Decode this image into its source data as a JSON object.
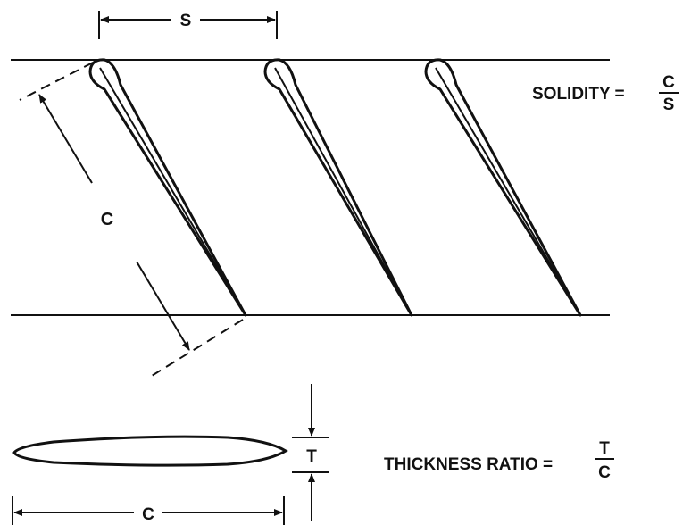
{
  "labels": {
    "spacing": "S",
    "chord": "C",
    "thickness": "T",
    "solidity_text": "SOLIDITY =",
    "solidity_num": "C",
    "solidity_den": "S",
    "thickness_text": "THICKNESS RATIO =",
    "thickness_num": "T",
    "thickness_den": "C"
  },
  "blade_count": 3
}
